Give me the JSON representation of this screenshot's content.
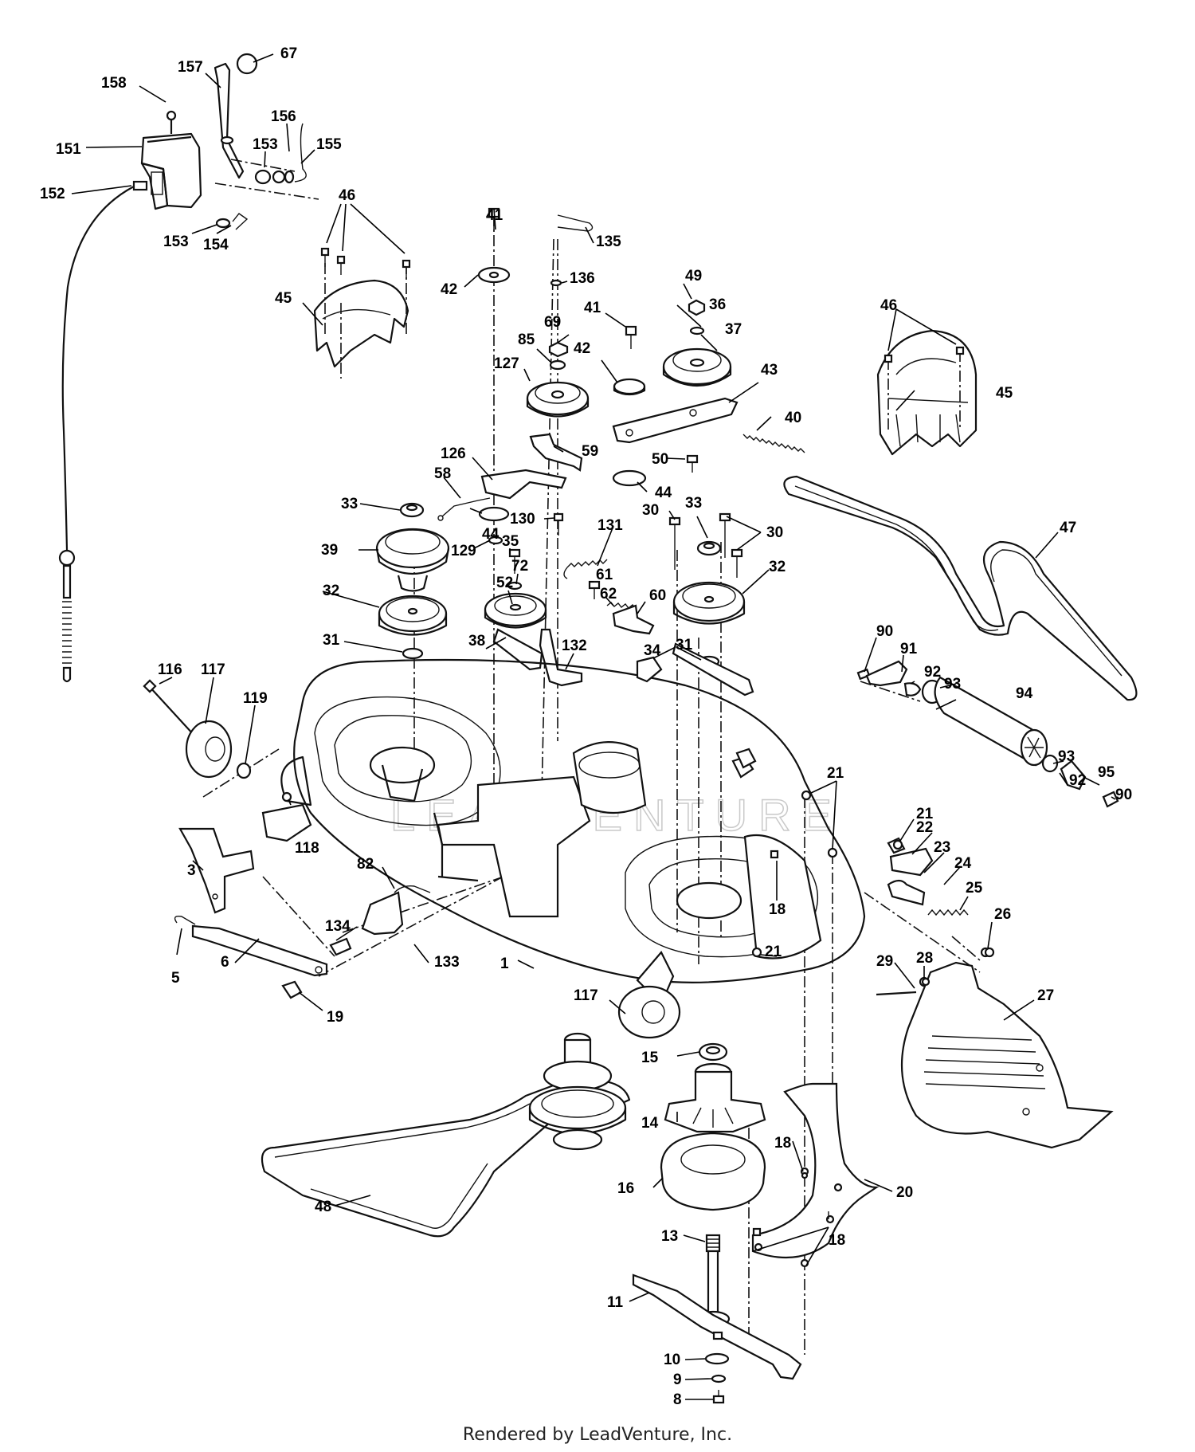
{
  "footer_text": "Rendered by LeadVenture, Inc.",
  "watermark_text": "LEADVENTURE",
  "callouts": [
    {
      "id": "c67",
      "text": "67"
    },
    {
      "id": "c157",
      "text": "157"
    },
    {
      "id": "c158",
      "text": "158"
    },
    {
      "id": "c156",
      "text": "156"
    },
    {
      "id": "c153a",
      "text": "153"
    },
    {
      "id": "c155",
      "text": "155"
    },
    {
      "id": "c151",
      "text": "151"
    },
    {
      "id": "c152",
      "text": "152"
    },
    {
      "id": "c153b",
      "text": "153"
    },
    {
      "id": "c154",
      "text": "154"
    },
    {
      "id": "c46a",
      "text": "46"
    },
    {
      "id": "c45a",
      "text": "45"
    },
    {
      "id": "c41a",
      "text": "41"
    },
    {
      "id": "c135",
      "text": "135"
    },
    {
      "id": "c42a",
      "text": "42"
    },
    {
      "id": "c136",
      "text": "136"
    },
    {
      "id": "c49",
      "text": "49"
    },
    {
      "id": "c69",
      "text": "69"
    },
    {
      "id": "c41b",
      "text": "41"
    },
    {
      "id": "c36",
      "text": "36"
    },
    {
      "id": "c85",
      "text": "85"
    },
    {
      "id": "c37",
      "text": "37"
    },
    {
      "id": "c127",
      "text": "127"
    },
    {
      "id": "c42b",
      "text": "42"
    },
    {
      "id": "c46b",
      "text": "46"
    },
    {
      "id": "c43",
      "text": "43"
    },
    {
      "id": "c45b",
      "text": "45"
    },
    {
      "id": "c40",
      "text": "40"
    },
    {
      "id": "c126",
      "text": "126"
    },
    {
      "id": "c59",
      "text": "59"
    },
    {
      "id": "c50",
      "text": "50"
    },
    {
      "id": "c58",
      "text": "58"
    },
    {
      "id": "c44a",
      "text": "44"
    },
    {
      "id": "c33a",
      "text": "33"
    },
    {
      "id": "c130",
      "text": "130"
    },
    {
      "id": "c131",
      "text": "131"
    },
    {
      "id": "c30a",
      "text": "30"
    },
    {
      "id": "c33b",
      "text": "33"
    },
    {
      "id": "c30b",
      "text": "30"
    },
    {
      "id": "c44b",
      "text": "44"
    },
    {
      "id": "c47",
      "text": "47"
    },
    {
      "id": "c39",
      "text": "39"
    },
    {
      "id": "c129",
      "text": "129"
    },
    {
      "id": "c35",
      "text": "35"
    },
    {
      "id": "c72",
      "text": "72"
    },
    {
      "id": "c61",
      "text": "61"
    },
    {
      "id": "c52",
      "text": "52"
    },
    {
      "id": "c62",
      "text": "62"
    },
    {
      "id": "c60",
      "text": "60"
    },
    {
      "id": "c32a",
      "text": "32"
    },
    {
      "id": "c32b",
      "text": "32"
    },
    {
      "id": "c38",
      "text": "38"
    },
    {
      "id": "c132",
      "text": "132"
    },
    {
      "id": "c34",
      "text": "34"
    },
    {
      "id": "c31a",
      "text": "31"
    },
    {
      "id": "c31b",
      "text": "31"
    },
    {
      "id": "c90a",
      "text": "90"
    },
    {
      "id": "c91",
      "text": "91"
    },
    {
      "id": "c92a",
      "text": "92"
    },
    {
      "id": "c93a",
      "text": "93"
    },
    {
      "id": "c94",
      "text": "94"
    },
    {
      "id": "c116",
      "text": "116"
    },
    {
      "id": "c117a",
      "text": "117"
    },
    {
      "id": "c119",
      "text": "119"
    },
    {
      "id": "c21a",
      "text": "21"
    },
    {
      "id": "c93b",
      "text": "93"
    },
    {
      "id": "c92b",
      "text": "92"
    },
    {
      "id": "c95",
      "text": "95"
    },
    {
      "id": "c90b",
      "text": "90"
    },
    {
      "id": "c118",
      "text": "118"
    },
    {
      "id": "c21b",
      "text": "21"
    },
    {
      "id": "c22",
      "text": "22"
    },
    {
      "id": "c3",
      "text": "3"
    },
    {
      "id": "c82",
      "text": "82"
    },
    {
      "id": "c23",
      "text": "23"
    },
    {
      "id": "c24",
      "text": "24"
    },
    {
      "id": "c18a",
      "text": "18"
    },
    {
      "id": "c25",
      "text": "25"
    },
    {
      "id": "c134",
      "text": "134"
    },
    {
      "id": "c26",
      "text": "26"
    },
    {
      "id": "c28",
      "text": "28"
    },
    {
      "id": "c21c",
      "text": "21"
    },
    {
      "id": "c29",
      "text": "29"
    },
    {
      "id": "c5",
      "text": "5"
    },
    {
      "id": "c6",
      "text": "6"
    },
    {
      "id": "c133",
      "text": "133"
    },
    {
      "id": "c1",
      "text": "1"
    },
    {
      "id": "c27",
      "text": "27"
    },
    {
      "id": "c19",
      "text": "19"
    },
    {
      "id": "c117b",
      "text": "117"
    },
    {
      "id": "c15",
      "text": "15"
    },
    {
      "id": "c14",
      "text": "14"
    },
    {
      "id": "c18b",
      "text": "18"
    },
    {
      "id": "c16",
      "text": "16"
    },
    {
      "id": "c20",
      "text": "20"
    },
    {
      "id": "c48",
      "text": "48"
    },
    {
      "id": "c13",
      "text": "13"
    },
    {
      "id": "c18c",
      "text": "18"
    },
    {
      "id": "c11",
      "text": "11"
    },
    {
      "id": "c10",
      "text": "10"
    },
    {
      "id": "c9",
      "text": "9"
    },
    {
      "id": "c8",
      "text": "8"
    }
  ]
}
